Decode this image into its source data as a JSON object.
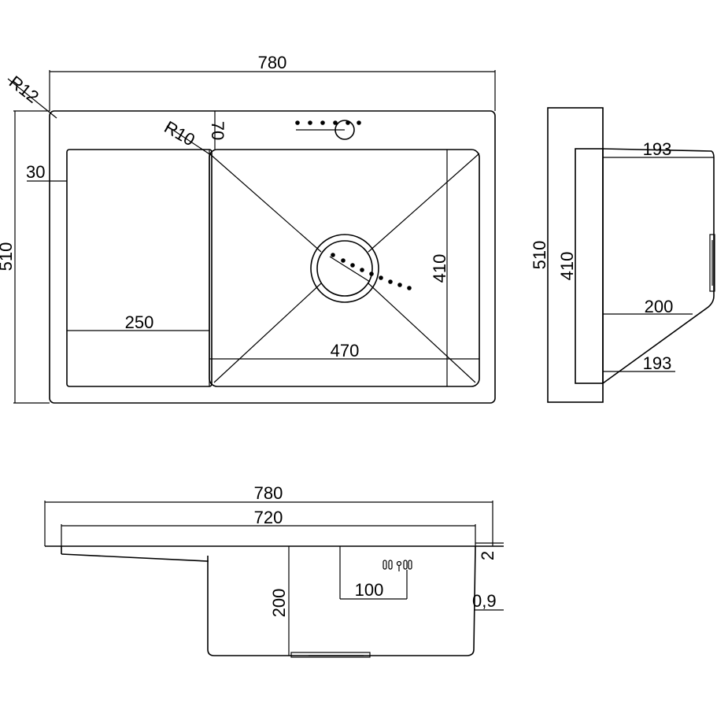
{
  "colors": {
    "line": "#000000",
    "background": "#ffffff"
  },
  "top_view": {
    "width_label": "780",
    "height_label": "510",
    "corner_radius_label": "R12",
    "inner_radius_label": "R10",
    "offset_label": "70",
    "border_label": "30",
    "drainboard_label": "250",
    "bowl_width_label": "470",
    "bowl_height_label": "410"
  },
  "side_view": {
    "height_label": "510",
    "bowl_height_label": "410",
    "top_depth_label": "193",
    "mid_depth_label": "200",
    "bottom_depth_label": "193"
  },
  "front_view": {
    "width_label": "780",
    "inner_width_label": "720",
    "rim_label": "2",
    "depth_label": "200",
    "outlet_label": "100",
    "thickness_label": "0,9"
  }
}
